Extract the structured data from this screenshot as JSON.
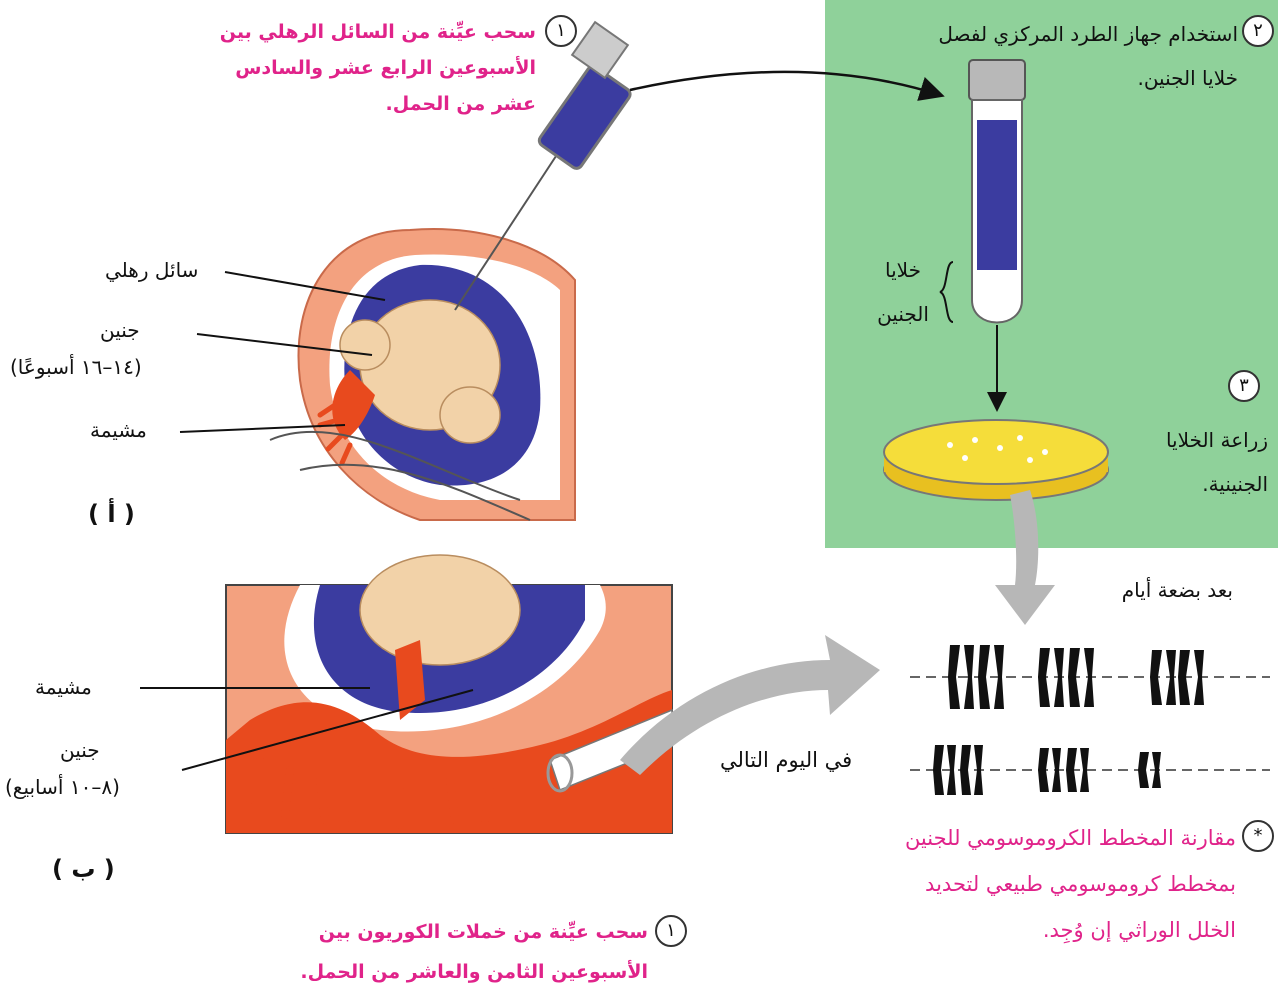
{
  "colors": {
    "green_panel": "#8fd19a",
    "pink_text": "#e0238a",
    "fluid_blue": "#3b3ca0",
    "placenta_red": "#e84a1e",
    "skin_peach": "#f3a17f",
    "fetus": "#f2d2a8",
    "dish_yellow": "#f5dd3a"
  },
  "section_a": {
    "step1_number": "١",
    "step1_text": [
      "سحب عيِّنة من السائل الرهلي بين",
      "الأسبوعين الرابع عشر والسادس",
      "عشر من الحمل."
    ],
    "label_fluid": "سائل رهلي",
    "label_fetus": "جنين",
    "label_fetus_age": "(١٤–١٦ أسبوعًا)",
    "label_placenta": "مشيمة",
    "panel_label": "( أ )"
  },
  "section_centrifuge": {
    "step2_number": "٢",
    "step2_text": [
      "استخدام جهاز الطرد المركزي لفصل",
      "خلايا الجنين."
    ],
    "cells_label": [
      "خلايا",
      "الجنين"
    ],
    "step3_number": "٣",
    "step3_text": [
      "زراعة الخلايا",
      "الجنينية."
    ]
  },
  "section_b": {
    "label_placenta": "مشيمة",
    "label_fetus": "جنين",
    "label_fetus_age": "(٨–١٠ أسابيع)",
    "panel_label": "( ب )",
    "step1_number": "١",
    "step1_text": [
      "سحب عيِّنة من خملات الكوريون بين",
      "الأسبوعين الثامن والعاشر من الحمل."
    ]
  },
  "results": {
    "after_days": "بعد بضعة أيام",
    "next_day": "في اليوم التالي",
    "star_symbol": "*",
    "compare_text": [
      "مقارنة المخطط الكروموسومي للجنين",
      "بمخطط كروموسومي طبيعي لتحديد",
      "الخلل الوراثي إن وُجِد."
    ]
  }
}
